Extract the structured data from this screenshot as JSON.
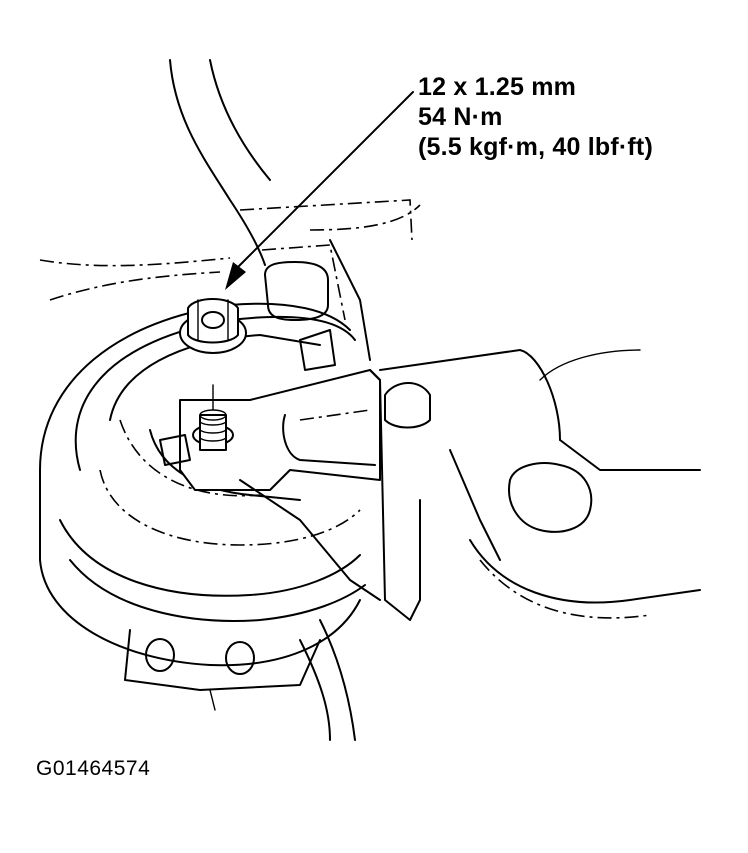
{
  "figure": {
    "type": "technical-illustration",
    "subject": "engine mount bolt",
    "callout": {
      "line1": "12 x 1.25 mm",
      "line2": "54 N·m",
      "line3": "(5.5 kgf·m, 40 lbf·ft)"
    },
    "figure_id": "G01464574",
    "colors": {
      "ink": "#000000",
      "background": "#ffffff"
    }
  }
}
